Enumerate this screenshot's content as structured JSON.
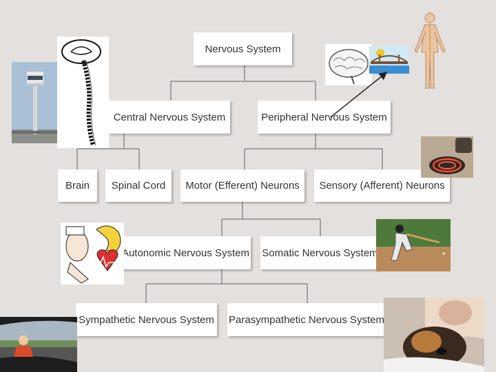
{
  "diagram": {
    "nodes": {
      "nervous_system": "Nervous System",
      "central": "Central Nervous System",
      "peripheral": "Peripheral Nervous System",
      "brain": "Brain",
      "spinal_cord": "Spinal Cord",
      "motor": "Motor (Efferent) Neurons",
      "sensory": "Sensory (Afferent) Neurons",
      "autonomic": "Autonomic Nervous System",
      "somatic": "Somatic Nervous System",
      "sympathetic": "Sympathetic Nervous System",
      "parasympathetic": "Parasympathetic Nervous System"
    }
  },
  "colors": {
    "background": "#e4e0dd",
    "connector": "#8a8a8a",
    "box": "#ffffff"
  },
  "images": [
    "control-tower-photo",
    "spine-drawing",
    "brain-drawing",
    "bridge-clipart",
    "human-nerves-figure",
    "stove-burner-photo",
    "nurse-heart-clipart",
    "baseball-batter-photo",
    "car-windshield-photo",
    "sleeping-dog-photo"
  ]
}
